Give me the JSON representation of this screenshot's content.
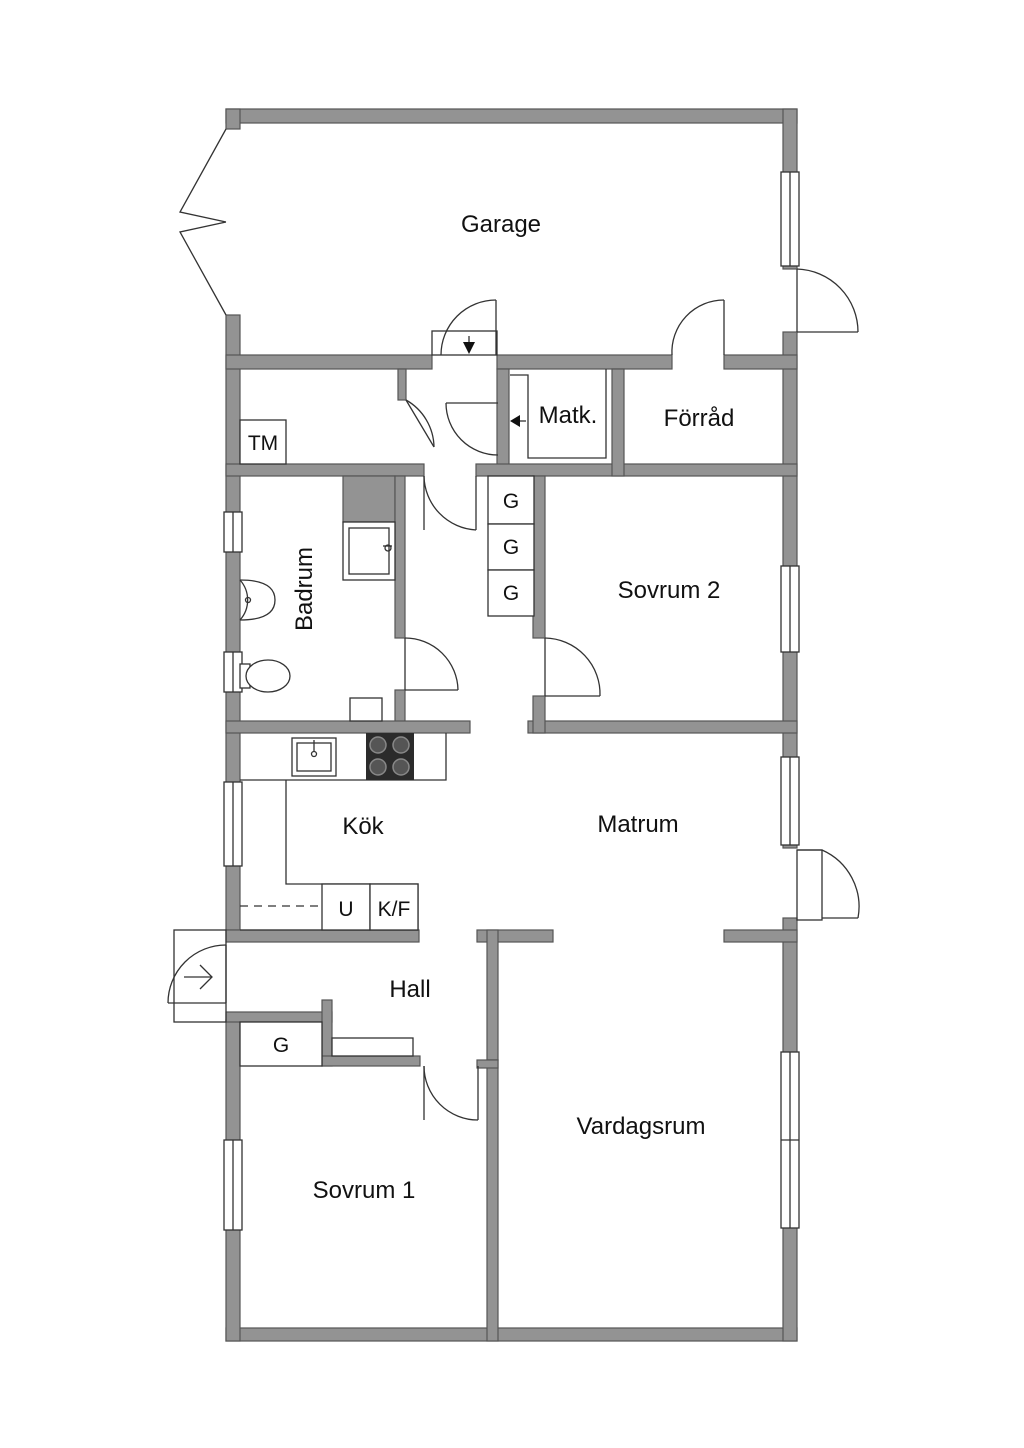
{
  "rooms": {
    "garage": "Garage",
    "matkallare": "Matk.",
    "forrad": "Förråd",
    "tvattmaskin": "TM",
    "badrum": "Badrum",
    "sovrum2": "Sovrum 2",
    "kok": "Kök",
    "matrum": "Matrum",
    "hall": "Hall",
    "vardagsrum": "Vardagsrum",
    "sovrum1": "Sovrum 1"
  },
  "fixtures": {
    "garderob": "G",
    "ugn": "U",
    "kyl_frys": "K/F"
  },
  "colors": {
    "wall": "#939393",
    "line": "#333333",
    "background": "#ffffff"
  }
}
